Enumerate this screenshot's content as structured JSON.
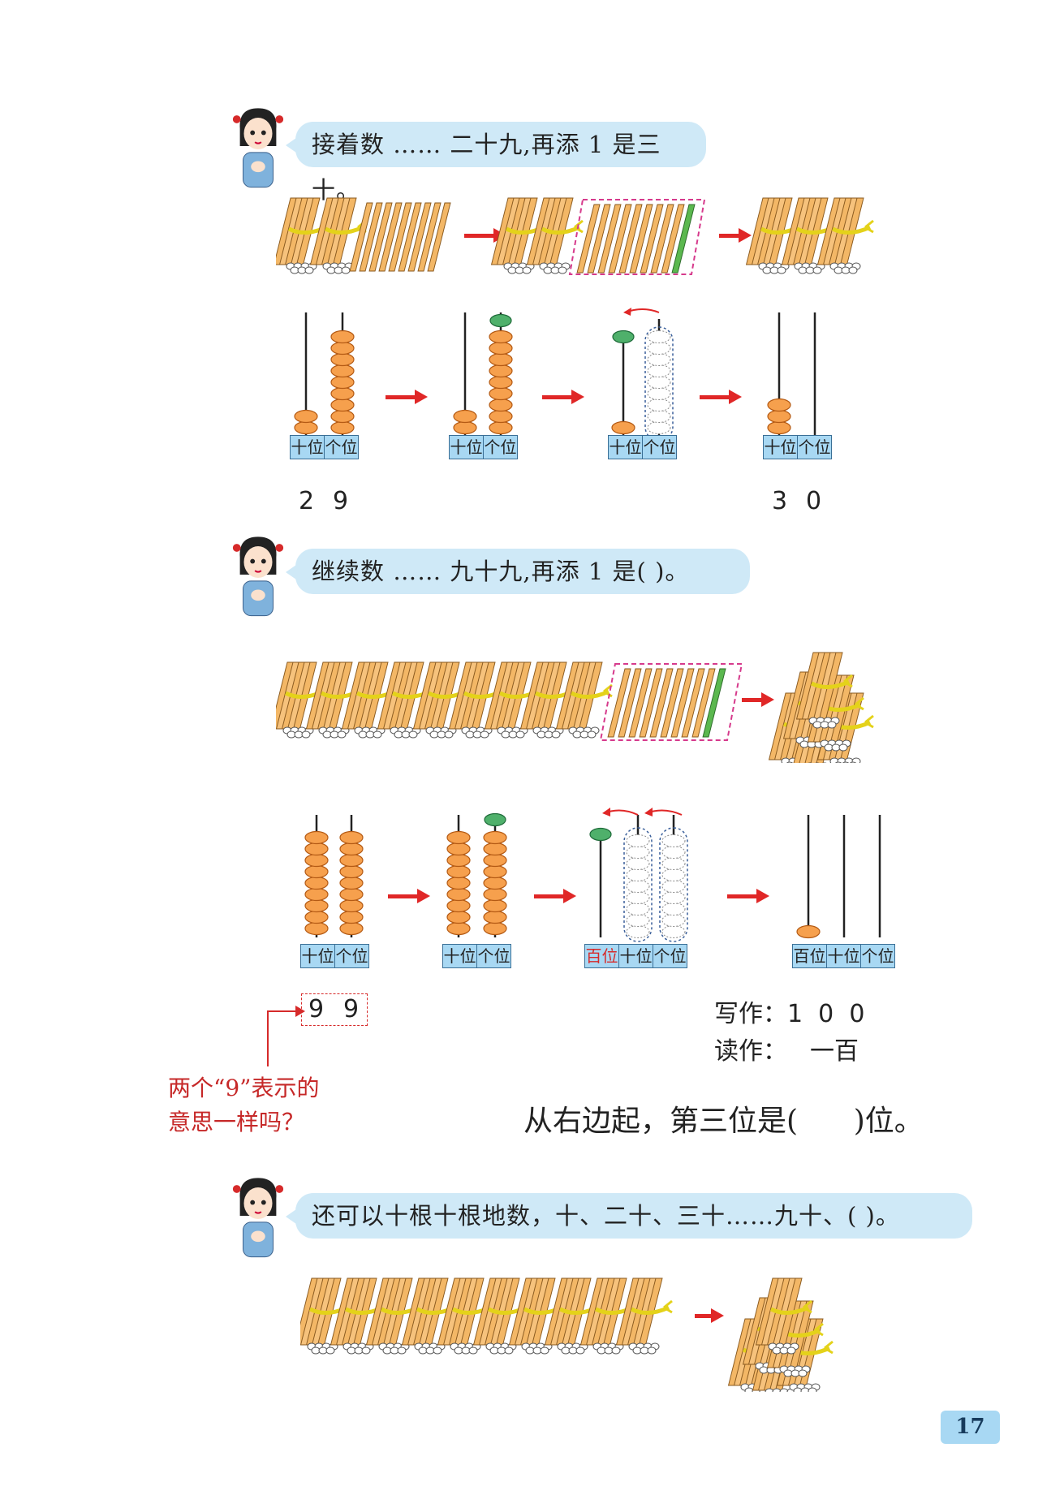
{
  "bubbles": {
    "b1": "接着数 …… 二十九,再添 1 是三十。",
    "b2": "继续数 …… 九十九,再添 1 是(      )。",
    "b3": "还可以十根十根地数，十、二十、三十……九十、(      )。"
  },
  "place_labels": {
    "tens": "十位",
    "ones": "个位",
    "hundreds": "百位"
  },
  "abacus1": {
    "start_digits": [
      "2",
      "9"
    ],
    "end_digits": [
      "3",
      "0"
    ]
  },
  "abacus2": {
    "start_digits": [
      "9",
      "9"
    ],
    "written_label": "写作：",
    "written_value": "1  0  0",
    "read_label": "读作：",
    "read_value": "一百"
  },
  "question": {
    "line1": "两个“9”表示的",
    "line2": "意思一样吗？"
  },
  "third_place": "从右边起，第三位是(      )位。",
  "page_number": "17",
  "colors": {
    "bubble": "#cfe9f7",
    "arrow": "#e02727",
    "bead": "#f6a04d",
    "stick": "#f3b766",
    "green": "#3a9d4f",
    "pink_dash": "#d63a8c"
  }
}
